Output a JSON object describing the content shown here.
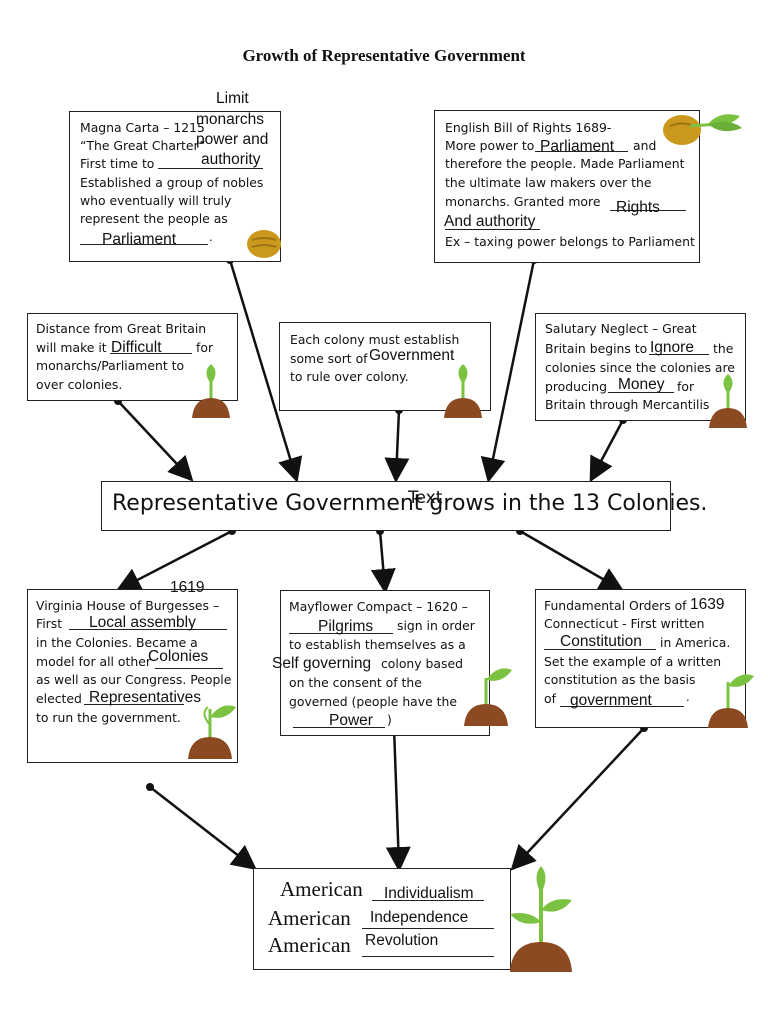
{
  "title": "Growth of Representative Government",
  "center": {
    "text": "Representative Government grows in the 13 Colonies.",
    "overlay": "Text"
  },
  "magna": {
    "lines": [
      "Magna Carta – 1215",
      "“The Great Charter”",
      "First time to",
      "Established a group of nobles",
      "who eventually will truly",
      "represent the people as"
    ],
    "answers": {
      "limit": "Limit",
      "monarchs": "monarchs",
      "power": "power and",
      "authority": "authority",
      "parliament": "Parliament"
    }
  },
  "bill": {
    "lines": [
      "English Bill of Rights 1689-",
      "More power to",
      "and",
      "therefore the people.  Made Parliament",
      "the ultimate law makers over the",
      "monarchs.    Granted more",
      "Ex – taxing power belongs to Parliament"
    ],
    "answers": {
      "parliament": "Parliament",
      "rights": "Rights",
      "authority": "And authority"
    }
  },
  "distance": {
    "lines": [
      "Distance from Great Britain",
      "will make it",
      "for",
      "monarchs/Parliament to",
      "over colonies."
    ],
    "answers": {
      "difficult": "Difficult"
    }
  },
  "colony": {
    "lines": [
      "Each colony must establish",
      "some sort of",
      "to rule over colony."
    ],
    "answers": {
      "government": "Government"
    }
  },
  "neglect": {
    "lines": [
      "Salutary Neglect – Great",
      "Britain begins to",
      "the",
      "colonies since the colonies are",
      "producing",
      "for",
      "Britain through Mercantilis"
    ],
    "answers": {
      "ignore": "Ignore",
      "money": "Money"
    }
  },
  "virginia": {
    "lines": [
      "Virginia House of Burgesses –",
      "First",
      "in the Colonies.  Became a",
      "model for all other",
      "as well as our Congress.  People",
      "elected",
      "to run the government."
    ],
    "answers": {
      "year": "1619",
      "local": "Local assembly",
      "colonies": "Colonies",
      "reps": "Representatives"
    }
  },
  "mayflower": {
    "lines": [
      "Mayflower Compact – 1620 –",
      "sign in order",
      "to establish themselves as a",
      "colony based",
      "on the consent of the",
      "governed (people have the",
      ")"
    ],
    "answers": {
      "pilgrims": "Pilgrims",
      "self": "Self governing",
      "power": "Power"
    }
  },
  "fundamental": {
    "lines": [
      "Fundamental Orders of",
      "Connecticut -  First written",
      "in America.",
      "Set the example of a written",
      "constitution as the basis",
      "of"
    ],
    "answers": {
      "year": "1639",
      "constitution": "Constitution",
      "government": "government"
    }
  },
  "american": {
    "word": "American",
    "answers": [
      "Individualism",
      "Independence",
      "Revolution"
    ]
  },
  "colors": {
    "seed": "#c9981c",
    "leaf": "#7cc242",
    "soil": "#8b4a22"
  }
}
